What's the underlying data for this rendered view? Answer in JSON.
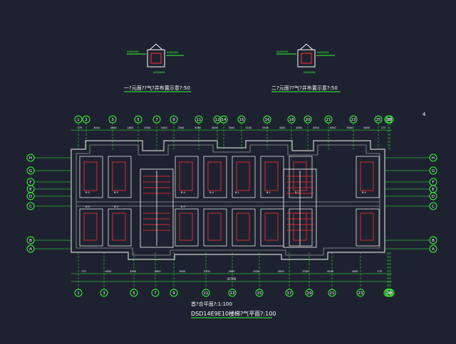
{
  "page_number": "4",
  "detail_left": {
    "title": "一?元面??气?井布置示意?:50",
    "marks": [
      "xxxxxxx",
      "xxxxxxx",
      "xxxxxxx"
    ]
  },
  "detail_right": {
    "title": "二?元面??气?井布置示意?:50",
    "marks": [
      "xxxxxxx",
      "xxxxxxx",
      "xxxxxxx"
    ]
  },
  "axes_top": [
    "1",
    "2",
    "3",
    "5",
    "7",
    "9",
    "11",
    "12",
    "14",
    "15",
    "16",
    "18",
    "20",
    "21",
    "23",
    "25",
    "26",
    "28"
  ],
  "axes_bottom": [
    "1",
    "3",
    "5",
    "7",
    "9",
    "11",
    "13",
    "15",
    "17",
    "19",
    "21",
    "23",
    "25",
    "27",
    "28"
  ],
  "axes_left": [
    "H",
    "G",
    "F",
    "E",
    "D",
    "C",
    "B",
    "A"
  ],
  "axes_right": [
    "H",
    "G",
    "F",
    "E",
    "D",
    "C",
    "B",
    "A"
  ],
  "dims_top": [
    "175",
    "3000",
    "4500",
    "2800",
    "3300",
    "3400",
    "2500",
    "3000",
    "4500",
    "3000",
    "2100",
    "3300",
    "3000",
    "2800",
    "3300",
    "4500",
    "3000",
    "3600",
    "175"
  ],
  "dims_bottom": [
    "175",
    "4500",
    "3300",
    "3000",
    "3600",
    "2700",
    "2800",
    "3300",
    "4500",
    "3300",
    "4500",
    "3000",
    "175"
  ],
  "overall_dim": "42700",
  "room_labels": [
    "B-5",
    "B-5",
    "B-4",
    "B-4",
    "B-1",
    "B-1",
    "B-1",
    "B-4",
    "B-4",
    "B-5",
    "B-5"
  ],
  "plan_title": "首?合平面?:1:100",
  "plan_subtitle": "DSD14E9E10楼梯?气平面?:100"
}
